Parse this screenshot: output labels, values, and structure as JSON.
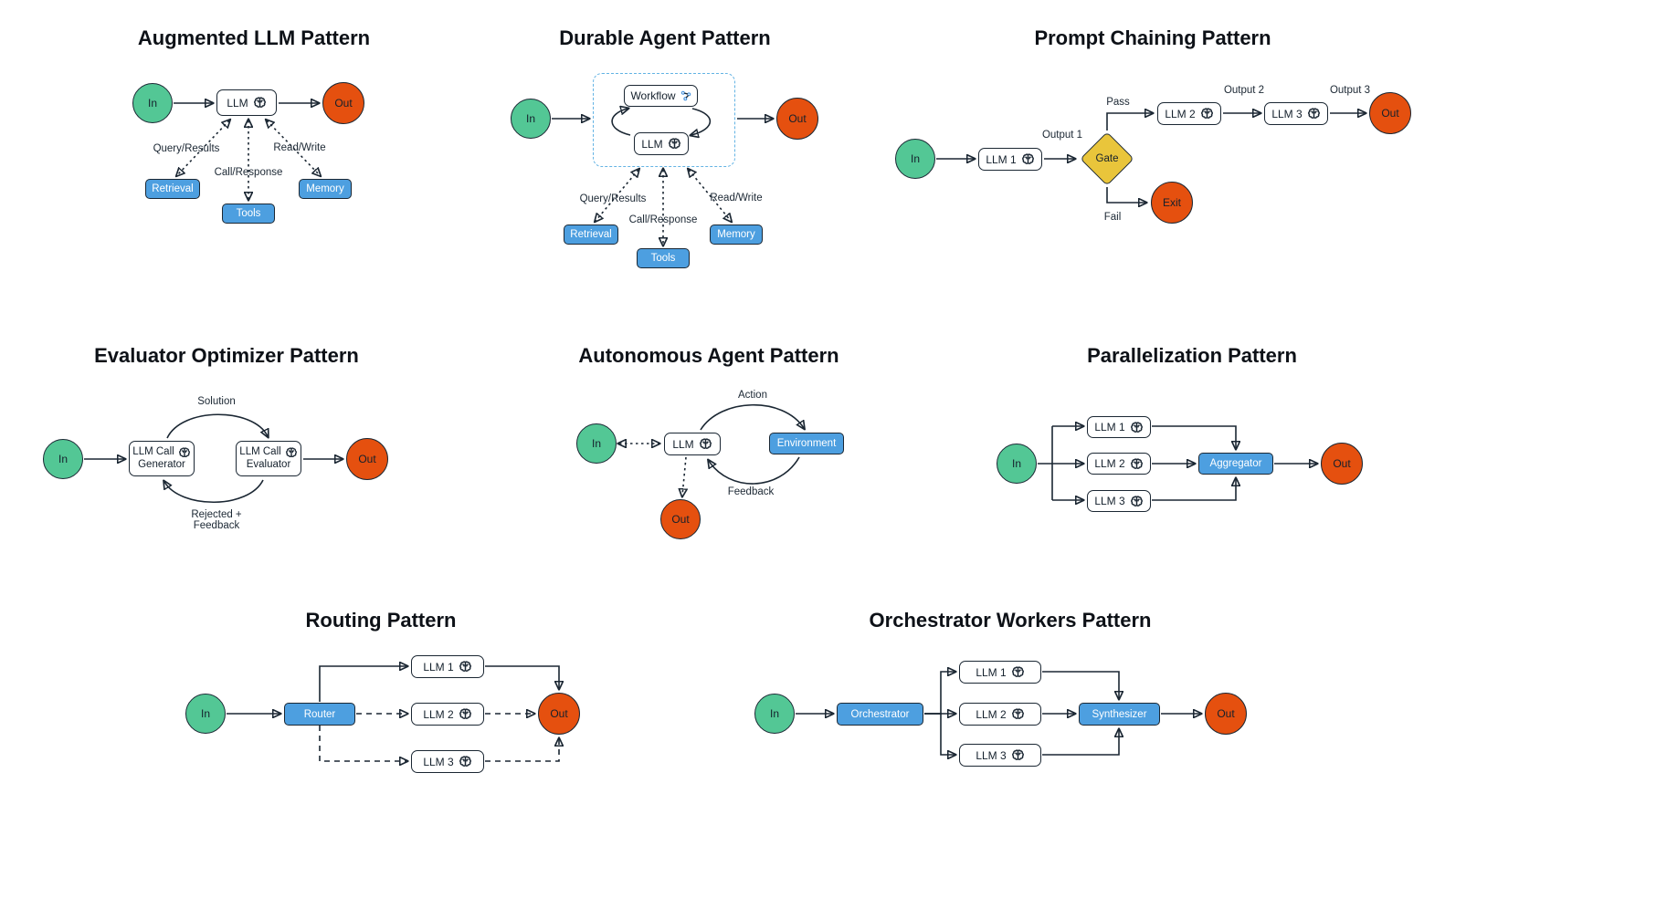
{
  "colors": {
    "green": "#53C795",
    "orange": "#E5500F",
    "blue": "#4D9FE0",
    "yellow": "#E9C53B",
    "stroke": "#1B2733",
    "dashed_container": "#63B3E4",
    "brain_icon": "#E8822F",
    "workflow_icon": "#3E8EDE"
  },
  "panels": {
    "augmented_llm": {
      "title": "Augmented LLM Pattern",
      "in": "In",
      "llm": "LLM",
      "out": "Out",
      "retrieval": "Retrieval",
      "tools": "Tools",
      "memory": "Memory",
      "query_results": "Query/Results",
      "call_response": "Call/Response",
      "read_write": "Read/Write"
    },
    "durable_agent": {
      "title": "Durable Agent Pattern",
      "in": "In",
      "workflow": "Workflow",
      "llm": "LLM",
      "out": "Out",
      "retrieval": "Retrieval",
      "tools": "Tools",
      "memory": "Memory",
      "query_results": "Query/Results",
      "call_response": "Call/Response",
      "read_write": "Read/Write"
    },
    "prompt_chaining": {
      "title": "Prompt Chaining Pattern",
      "in": "In",
      "llm1": "LLM 1",
      "llm2": "LLM 2",
      "llm3": "LLM 3",
      "gate": "Gate",
      "out": "Out",
      "exit": "Exit",
      "output1": "Output 1",
      "output2": "Output 2",
      "output3": "Output 3",
      "pass": "Pass",
      "fail": "Fail"
    },
    "evaluator_optimizer": {
      "title": "Evaluator Optimizer Pattern",
      "in": "In",
      "out": "Out",
      "generator_line1": "LLM Call",
      "generator_line2": "Generator",
      "evaluator_line1": "LLM Call",
      "evaluator_line2": "Evaluator",
      "solution": "Solution",
      "rejected_line1": "Rejected +",
      "rejected_line2": "Feedback"
    },
    "autonomous_agent": {
      "title": "Autonomous Agent Pattern",
      "in": "In",
      "llm": "LLM",
      "environment": "Environment",
      "out": "Out",
      "action": "Action",
      "feedback": "Feedback"
    },
    "parallelization": {
      "title": "Parallelization Pattern",
      "in": "In",
      "llm1": "LLM 1",
      "llm2": "LLM 2",
      "llm3": "LLM 3",
      "aggregator": "Aggregator",
      "out": "Out"
    },
    "routing": {
      "title": "Routing Pattern",
      "in": "In",
      "router": "Router",
      "llm1": "LLM 1",
      "llm2": "LLM 2",
      "llm3": "LLM 3",
      "out": "Out"
    },
    "orchestrator_workers": {
      "title": "Orchestrator Workers Pattern",
      "in": "In",
      "orchestrator": "Orchestrator",
      "llm1": "LLM 1",
      "llm2": "LLM 2",
      "llm3": "LLM 3",
      "synthesizer": "Synthesizer",
      "out": "Out"
    }
  }
}
